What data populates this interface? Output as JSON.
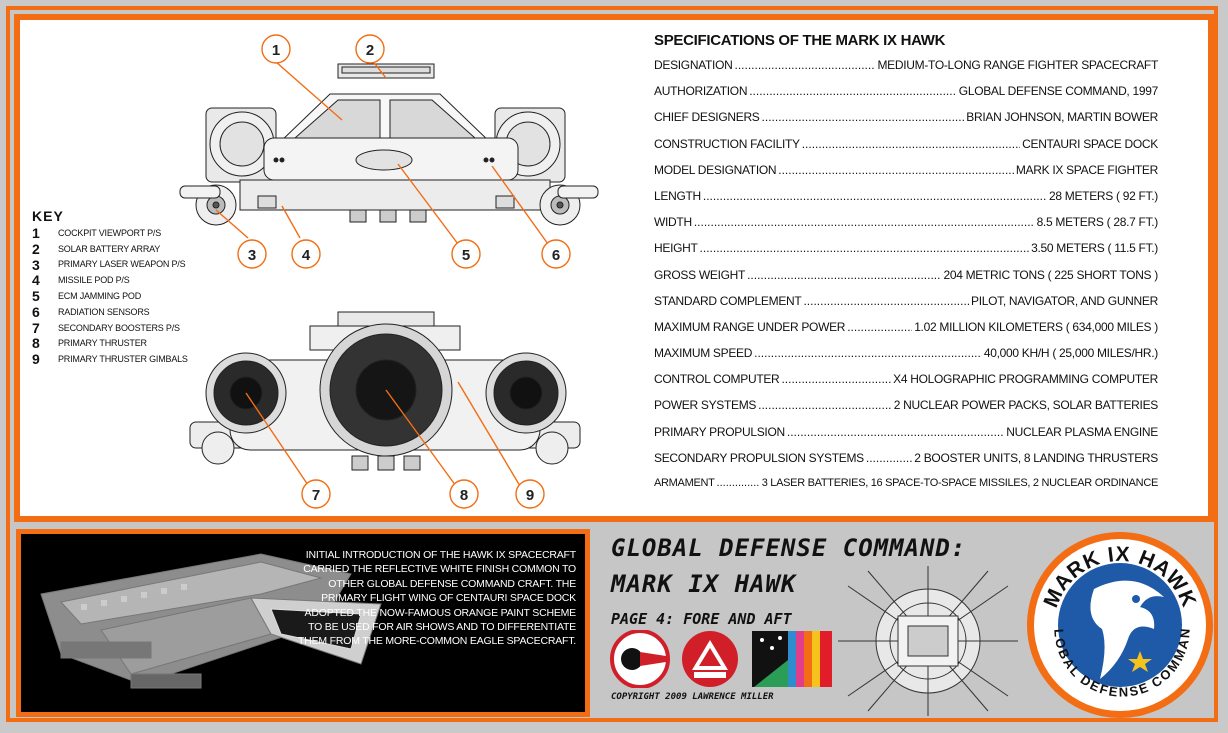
{
  "key": {
    "title": "KEY",
    "items": [
      {
        "num": "1",
        "label": "COCKPIT VIEWPORT P/S"
      },
      {
        "num": "2",
        "label": "SOLAR BATTERY ARRAY"
      },
      {
        "num": "3",
        "label": "PRIMARY LASER WEAPON P/S"
      },
      {
        "num": "4",
        "label": "MISSILE POD P/S"
      },
      {
        "num": "5",
        "label": "ECM JAMMING POD"
      },
      {
        "num": "6",
        "label": "RADIATION SENSORS"
      },
      {
        "num": "7",
        "label": "SECONDARY BOOSTERS P/S"
      },
      {
        "num": "8",
        "label": "PRIMARY THRUSTER"
      },
      {
        "num": "9",
        "label": "PRIMARY THRUSTER GIMBALS"
      }
    ]
  },
  "callouts": [
    "1",
    "2",
    "3",
    "4",
    "5",
    "6",
    "7",
    "8",
    "9"
  ],
  "specs": {
    "title": "SPECIFICATIONS OF THE MARK IX HAWK",
    "rows": [
      {
        "label": "DESIGNATION",
        "value": "MEDIUM-TO-LONG RANGE FIGHTER SPACECRAFT"
      },
      {
        "label": "AUTHORIZATION",
        "value": "GLOBAL DEFENSE COMMAND, 1997"
      },
      {
        "label": "CHIEF DESIGNERS",
        "value": "BRIAN JOHNSON, MARTIN BOWER"
      },
      {
        "label": "CONSTRUCTION FACILITY",
        "value": "CENTAURI SPACE DOCK"
      },
      {
        "label": "MODEL DESIGNATION",
        "value": "MARK IX SPACE FIGHTER"
      },
      {
        "label": "LENGTH",
        "value": "28 METERS ( 92 FT.)"
      },
      {
        "label": "WIDTH",
        "value": "8.5 METERS ( 28.7 FT.)"
      },
      {
        "label": "HEIGHT",
        "value": "3.50 METERS ( 11.5 FT.)"
      },
      {
        "label": "GROSS WEIGHT",
        "value": "204 METRIC TONS ( 225 SHORT TONS )"
      },
      {
        "label": "STANDARD COMPLEMENT",
        "value": "PILOT, NAVIGATOR, AND GUNNER"
      },
      {
        "label": "MAXIMUM RANGE UNDER POWER",
        "value": "1.02 MILLION KILOMETERS ( 634,000 MILES )"
      },
      {
        "label": "MAXIMUM SPEED",
        "value": "40,000 KH/H ( 25,000 MILES/HR.)"
      },
      {
        "label": "CONTROL COMPUTER",
        "value": "X4 HOLOGRAPHIC PROGRAMMING COMPUTER"
      },
      {
        "label": "POWER SYSTEMS",
        "value": "2 NUCLEAR POWER PACKS, SOLAR BATTERIES"
      },
      {
        "label": "PRIMARY PROPULSION",
        "value": "NUCLEAR PLASMA ENGINE"
      },
      {
        "label": "SECONDARY PROPULSION SYSTEMS",
        "value": "2 BOOSTER UNITS, 8 LANDING THRUSTERS"
      },
      {
        "label": "ARMAMENT",
        "value": "3 LASER BATTERIES, 16 SPACE-TO-SPACE MISSILES, 2 NUCLEAR ORDINANCE"
      }
    ]
  },
  "intro_text": "INITIAL INTRODUCTION OF THE HAWK IX SPACECRAFT CARRIED THE REFLECTIVE WHITE FINISH COMMON TO OTHER GLOBAL DEFENSE COMMAND CRAFT. THE PRIMARY FLIGHT WING OF CENTAURI SPACE DOCK ADOPTED THE NOW-FAMOUS ORANGE PAINT SCHEME TO BE USED FOR AIR SHOWS AND TO DIFFERENTIATE THEM FROM THE MORE-COMMON EAGLE SPACECRAFT.",
  "header": {
    "title": "GLOBAL DEFENSE COMMAND:",
    "subtitle": "MARK IX HAWK",
    "page": "PAGE 4: FORE AND AFT",
    "copyright": "COPYRIGHT 2009 LAWRENCE MILLER"
  },
  "patch": {
    "top_text": "MARK IX HAWK",
    "bottom_text": "GLOBAL DEFENSE COMMAND"
  },
  "colors": {
    "accent": "#f26d14",
    "patch_blue": "#1e5aa8",
    "badge_red": "#d11f2a"
  }
}
